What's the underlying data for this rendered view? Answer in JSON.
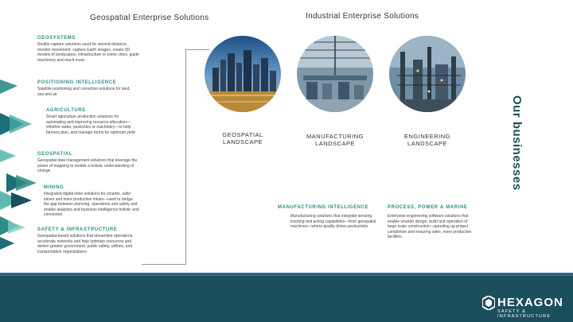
{
  "header": {
    "left_title": "Geospatial Enterprise Solutions",
    "right_title": "Industrial Enterprise Solutions"
  },
  "side_title": "Our businesses",
  "sections": [
    {
      "title": "GEOSYSTEMS",
      "body": "Reality-capture solutions used for second distance, monitor movement, capture Earth images, create 3D models of landscapes, infrastructure or entire cities, guide machinery and much more"
    },
    {
      "title": "POSITIONING INTELLIGENCE",
      "body": "Satellite positioning and correction solutions for land, sea and air"
    },
    {
      "title": "AGRICULTURE",
      "body": "Smart agriculture production solutions for automating and improving resource allocation—whether water, pesticides or machinery—to help farmers plan, and manage farms for optimum yield"
    },
    {
      "title": "GEOSPATIAL",
      "body": "Geospatial data management solutions that leverage the power of mapping to enable a holistic understanding of change"
    },
    {
      "title": "MINING",
      "body": "Integrated digital mine solutions for smarter, safer mines and more productive mines—used to bridge the gap between planning, operations and safety and enable analytics and business intelligence holistic and connected"
    },
    {
      "title": "SAFETY & INFRASTRUCTURE",
      "body": "Geospatial-based solutions that streamline operations, accelerate networks and help optimize resources and deliver greater government, public safety, utilities, and transportation organizations"
    }
  ],
  "landscapes": [
    {
      "label_line1": "GEOSPATIAL",
      "label_line2": "LANDSCAPE"
    },
    {
      "label_line1": "MANUFACTURING",
      "label_line2": "LANDSCAPE"
    },
    {
      "label_line1": "ENGINEERING",
      "label_line2": "LANDSCAPE"
    }
  ],
  "industrial_columns": [
    {
      "title": "MANUFACTURING INTELLIGENCE",
      "body": "Manufacturing solutions that integrate sensing, tracking and acting capabilities—from geospatial machines—where quality drives productivity"
    },
    {
      "title": "PROCESS, POWER & MARINE",
      "body": "Enterprise engineering software solutions that enable smarter design, build and operation of large scale construction—speeding up project completion and ensuring safer, more productive facilities"
    }
  ],
  "brand": {
    "name": "HEXAGON",
    "tagline": "SAFETY & INFRASTRUCTURE"
  },
  "colors": {
    "accent": "#2d8c86",
    "bar": "#1c4f5c",
    "title": "#1f4f5a"
  }
}
